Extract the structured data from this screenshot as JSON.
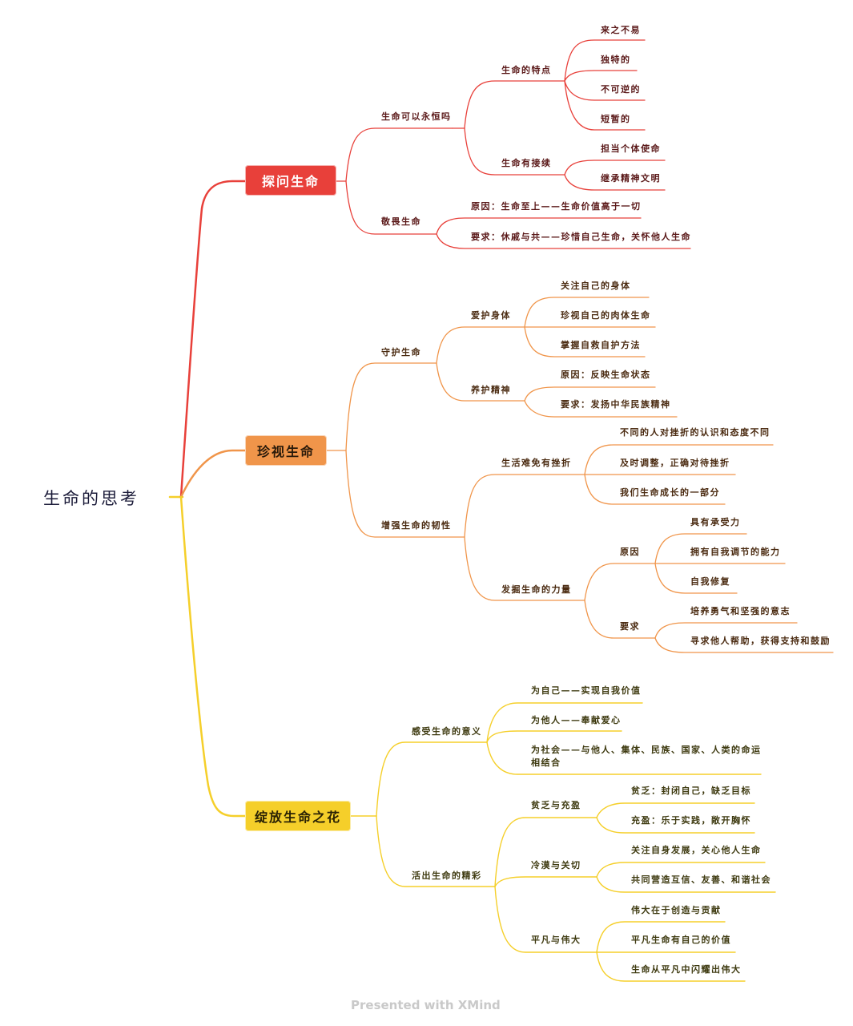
{
  "central_topic": "生命的思考",
  "colors": {
    "red": "#e8403a",
    "orange": "#f0954a",
    "yellow": "#f5cf2a"
  },
  "branches": {
    "b1": {
      "title": "探问生命",
      "children": {
        "c1": {
          "label": "生命可以永恒吗",
          "children": {
            "g1": {
              "label": "生命的特点",
              "items": [
                "来之不易",
                "独特的",
                "不可逆的",
                "短暂的"
              ]
            },
            "g2": {
              "label": "生命有接续",
              "items": [
                "担当个体使命",
                "继承精神文明"
              ]
            }
          }
        },
        "c2": {
          "label": "敬畏生命",
          "items": [
            "原因：生命至上——生命价值高于一切",
            "要求：休戚与共——珍惜自己生命，关怀他人生命"
          ]
        }
      }
    },
    "b2": {
      "title": "珍视生命",
      "children": {
        "c1": {
          "label": "守护生命",
          "children": {
            "g1": {
              "label": "爱护身体",
              "items": [
                "关注自己的身体",
                "珍视自己的肉体生命",
                "掌握自救自护方法"
              ]
            },
            "g2": {
              "label": "养护精神",
              "items": [
                "原因：反映生命状态",
                "要求：发扬中华民族精神"
              ]
            }
          }
        },
        "c2": {
          "label": "增强生命的韧性",
          "children": {
            "g1": {
              "label": "生活难免有挫折",
              "items": [
                "不同的人对挫折的认识和态度不同",
                "及时调整，正确对待挫折",
                "我们生命成长的一部分"
              ]
            },
            "g2": {
              "label": "发掘生命的力量",
              "children": {
                "h1": {
                  "label": "原因",
                  "items": [
                    "具有承受力",
                    "拥有自我调节的能力",
                    "自我修复"
                  ]
                },
                "h2": {
                  "label": "要求",
                  "items": [
                    "培养勇气和坚强的意志",
                    "寻求他人帮助，获得支持和鼓励"
                  ]
                }
              }
            }
          }
        }
      }
    },
    "b3": {
      "title": "绽放生命之花",
      "children": {
        "c1": {
          "label": "感受生命的意义",
          "items": [
            "为自己——实现自我价值",
            "为他人——奉献爱心",
            "为社会——与他人、集体、民族、国家、人类的命运",
            "相结合"
          ]
        },
        "c2": {
          "label": "活出生命的精彩",
          "children": {
            "g1": {
              "label": "贫乏与充盈",
              "items": [
                "贫乏：封闭自己，缺乏目标",
                "充盈：乐于实践，敞开胸怀"
              ]
            },
            "g2": {
              "label": "冷漠与关切",
              "items": [
                "关注自身发展，关心他人生命",
                "共同营造互信、友善、和谐社会"
              ]
            },
            "g3": {
              "label": "平凡与伟大",
              "items": [
                "伟大在于创造与贡献",
                "平凡生命有自己的价值",
                "生命从平凡中闪耀出伟大"
              ]
            }
          }
        }
      }
    }
  },
  "footer": "Presented with XMind"
}
